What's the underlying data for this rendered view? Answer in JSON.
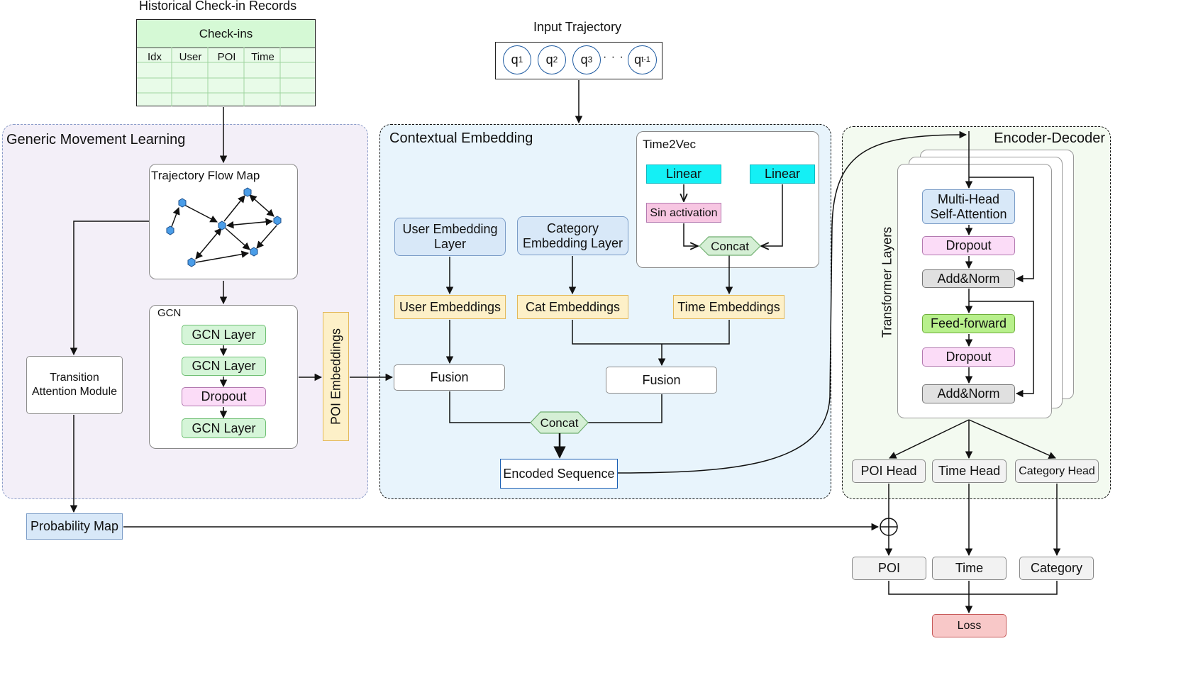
{
  "top": {
    "historical_title": "Historical Check-in Records",
    "checkins_header": "Check-ins",
    "checkins_columns": [
      "Idx",
      "User",
      "POI",
      "Time"
    ],
    "input_title": "Input Trajectory",
    "trajectory_tokens": [
      {
        "base": "q",
        "sub": "1"
      },
      {
        "base": "q",
        "sub": "2"
      },
      {
        "base": "q",
        "sub": "3"
      },
      {
        "base": "q",
        "sub": "t-1"
      }
    ],
    "ellipsis": "· · ·"
  },
  "gml": {
    "title": "Generic Movement Learning",
    "flow_map_label": "Trajectory Flow Map",
    "gcn_label": "GCN",
    "gcn_layers": [
      "GCN Layer",
      "GCN Layer",
      "Dropout",
      "GCN Layer"
    ],
    "transition_module": "Transition Attention Module",
    "poi_embeddings": "POI Embeddings",
    "probability_map": "Probability Map"
  },
  "ce": {
    "title": "Contextual Embedding",
    "time2vec_label": "Time2Vec",
    "linear_left": "Linear",
    "linear_right": "Linear",
    "sin_activation": "Sin activation",
    "concat_top": "Concat",
    "user_embedding_layer": "User Embedding Layer",
    "category_embedding_layer": "Category Embedding Layer",
    "user_embeddings": "User Embeddings",
    "cat_embeddings": "Cat Embeddings",
    "time_embeddings": "Time Embeddings",
    "fusion_left": "Fusion",
    "fusion_right": "Fusion",
    "concat_bottom": "Concat",
    "encoded_sequence": "Encoded Sequence"
  },
  "ed": {
    "title": "Encoder-Decoder",
    "transformer_layers": "Transformer Layers",
    "mhsa": "Multi-Head Self-Attention",
    "dropout1": "Dropout",
    "addnorm1": "Add&Norm",
    "feedforward": "Feed-forward",
    "dropout2": "Dropout",
    "addnorm2": "Add&Norm",
    "poi_head": "POI Head",
    "time_head": "Time Head",
    "category_head": "Category Head"
  },
  "outputs": {
    "poi": "POI",
    "time": "Time",
    "category": "Category",
    "loss": "Loss"
  }
}
